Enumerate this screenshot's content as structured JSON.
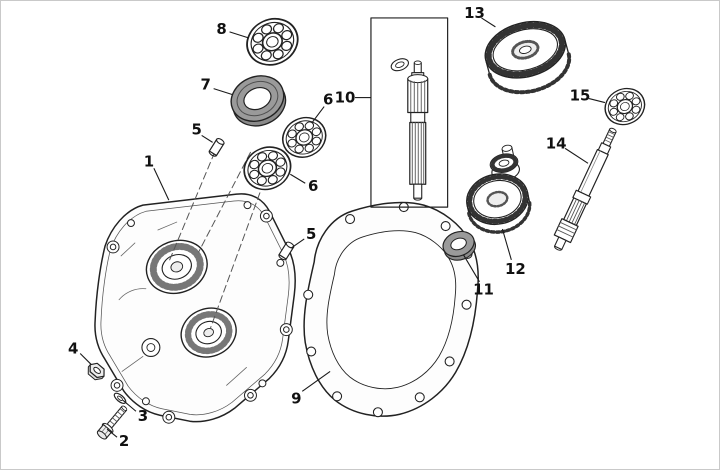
{
  "diagram": {
    "background": "#ffffff",
    "line_color": "#1a1a1a",
    "callouts": [
      {
        "number": "1"
      },
      {
        "number": "2"
      },
      {
        "number": "3"
      },
      {
        "number": "4"
      },
      {
        "number": "5"
      },
      {
        "number": "5"
      },
      {
        "number": "6"
      },
      {
        "number": "6"
      },
      {
        "number": "7"
      },
      {
        "number": "8"
      },
      {
        "number": "9"
      },
      {
        "number": "10"
      },
      {
        "number": "11"
      },
      {
        "number": "12"
      },
      {
        "number": "13"
      },
      {
        "number": "14"
      },
      {
        "number": "15"
      }
    ]
  }
}
